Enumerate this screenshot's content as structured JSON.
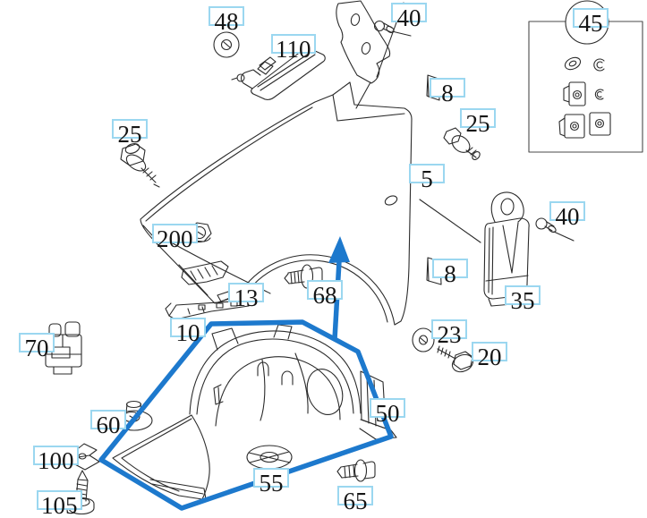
{
  "diagram": {
    "kind": "exploded-parts-diagram",
    "subject": "front fender and wheel-arch liner with fasteners",
    "highlighted_part": "50"
  },
  "colors": {
    "background": "#ffffff",
    "line_art": "#2b2b2b",
    "label_border": "#9bd7f0",
    "label_text": "#151515",
    "highlight_blue": "#1d79cd"
  },
  "labels": [
    {
      "part": "48"
    },
    {
      "part": "110"
    },
    {
      "part": "40"
    },
    {
      "part": "45"
    },
    {
      "part": "8"
    },
    {
      "part": "25"
    },
    {
      "part": "25"
    },
    {
      "part": "5"
    },
    {
      "part": "200"
    },
    {
      "part": "13"
    },
    {
      "part": "68"
    },
    {
      "part": "10"
    },
    {
      "part": "35"
    },
    {
      "part": "40"
    },
    {
      "part": "8"
    },
    {
      "part": "23"
    },
    {
      "part": "20"
    },
    {
      "part": "70"
    },
    {
      "part": "60"
    },
    {
      "part": "100"
    },
    {
      "part": "105"
    },
    {
      "part": "50"
    },
    {
      "part": "55"
    },
    {
      "part": "65"
    }
  ]
}
